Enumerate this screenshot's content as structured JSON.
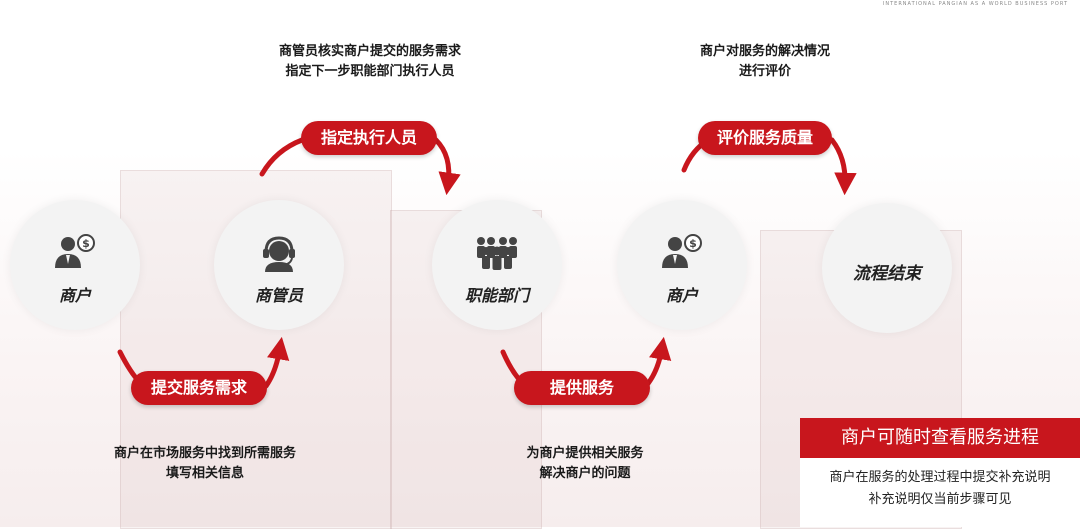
{
  "tagline": "INTERNATIONAL PANGIAN AS A WORLD BUSINESS PORT",
  "colors": {
    "accent": "#c8161d",
    "circle": "#f3f3f3"
  },
  "nodes": [
    {
      "label": "商户",
      "icon": "merchant-icon"
    },
    {
      "label": "商管员",
      "icon": "headset-icon"
    },
    {
      "label": "职能部门",
      "icon": "team-icon"
    },
    {
      "label": "商户",
      "icon": "merchant-icon"
    },
    {
      "label": "流程结束",
      "icon": ""
    }
  ],
  "steps": [
    {
      "label": "提交服务需求",
      "desc": [
        "商户在市场服务中找到所需服务",
        "填写相关信息"
      ]
    },
    {
      "label": "指定执行人员",
      "desc": [
        "商管员核实商户提交的服务需求",
        "指定下一步职能部门执行人员"
      ]
    },
    {
      "label": "提供服务",
      "desc": [
        "为商户提供相关服务",
        "解决商户的问题"
      ]
    },
    {
      "label": "评价服务质量",
      "desc": [
        "商户对服务的解决情况",
        "进行评价"
      ]
    }
  ],
  "info": {
    "title": "商户可随时查看服务进程",
    "lines": [
      "商户在服务的处理过程中提交补充说明",
      "补充说明仅当前步骤可见"
    ]
  }
}
